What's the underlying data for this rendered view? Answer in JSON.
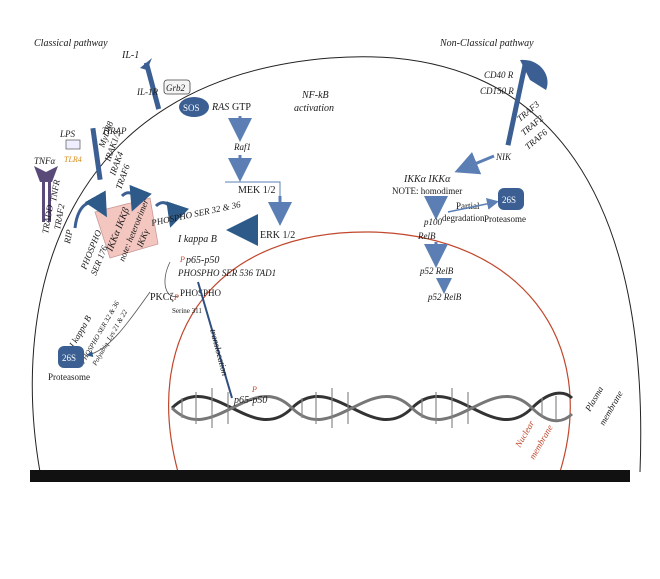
{
  "pathways": {
    "classical": "Classical pathway",
    "non_classical": "Non-Classical pathway"
  },
  "center_title": [
    "NF-kB",
    "activation"
  ],
  "membranes": {
    "nuclear": [
      "Nuclear",
      "membrane"
    ],
    "plasma": [
      "Plasma",
      "membrane"
    ]
  },
  "receptors": {
    "il1": "IL-1",
    "il1r": "IL-1R",
    "grb2": "Grb2",
    "sos": "SOS",
    "ras": "RAS",
    "gtp": "GTP",
    "lps": "LPS",
    "tlr4": "TLR4",
    "tnfa": "TNFα",
    "tnfr": "TNFR",
    "cd40r": "CD40 R",
    "cd150r": "CD150 R"
  },
  "adaptors": {
    "tirap": "TIRAP",
    "myd88": "MyD88",
    "irak12": "IRAK1/2",
    "irak4": "IRAK4",
    "traf6": "TRAF6",
    "tradd": "TRADD",
    "traf2": "TRAF2",
    "rip": "RIP"
  },
  "non_classical_adaptors": {
    "traf3": "TRAF3",
    "traf2": "TRAF2",
    "traf6": "TRAF6",
    "nik": "NIK"
  },
  "kinases": {
    "raf1": "Raf1",
    "mek": "MEK 1/2",
    "erk": "ERK 1/2"
  },
  "ikk": {
    "complex": "IKKα IKKβ",
    "note": "note: heterotrimer",
    "gamma": "IKKγ",
    "phospho": "PHOSPHO",
    "ser176": "SER 176",
    "phospho_ser32": "PHOSPHO SER 32 & 36",
    "ikappab": "I kappa B"
  },
  "nfkb": {
    "p": "P",
    "p65p50": "p65-p50",
    "phospho_ser536": "PHOSPHO SER 536 TAD1",
    "pkc": "PKCζ",
    "phospho": "PHOSPHO",
    "serine311": "Serine 311"
  },
  "degradation": {
    "ikappab": "I kappa B",
    "phospho_ser": "PHOSPHO SER 32 & 36",
    "polyubiq": "Polyubiq. Lys 21 & 22",
    "s26": "26S",
    "proteasome": "Proteasome"
  },
  "non_classical": {
    "ikk": "IKKα IKKα",
    "note": "NOTE: homodimer",
    "p100": "p100",
    "relb": "RelB",
    "partial": "Partial",
    "degradation": "degradation",
    "s26": "26S",
    "proteasome": "Proteasome",
    "p52relb_1": "p52 RelB",
    "p52relb_2": "p52 RelB"
  },
  "dna": {
    "translocation": "translocation",
    "p": "P",
    "p65p50": "p65-p50"
  }
}
